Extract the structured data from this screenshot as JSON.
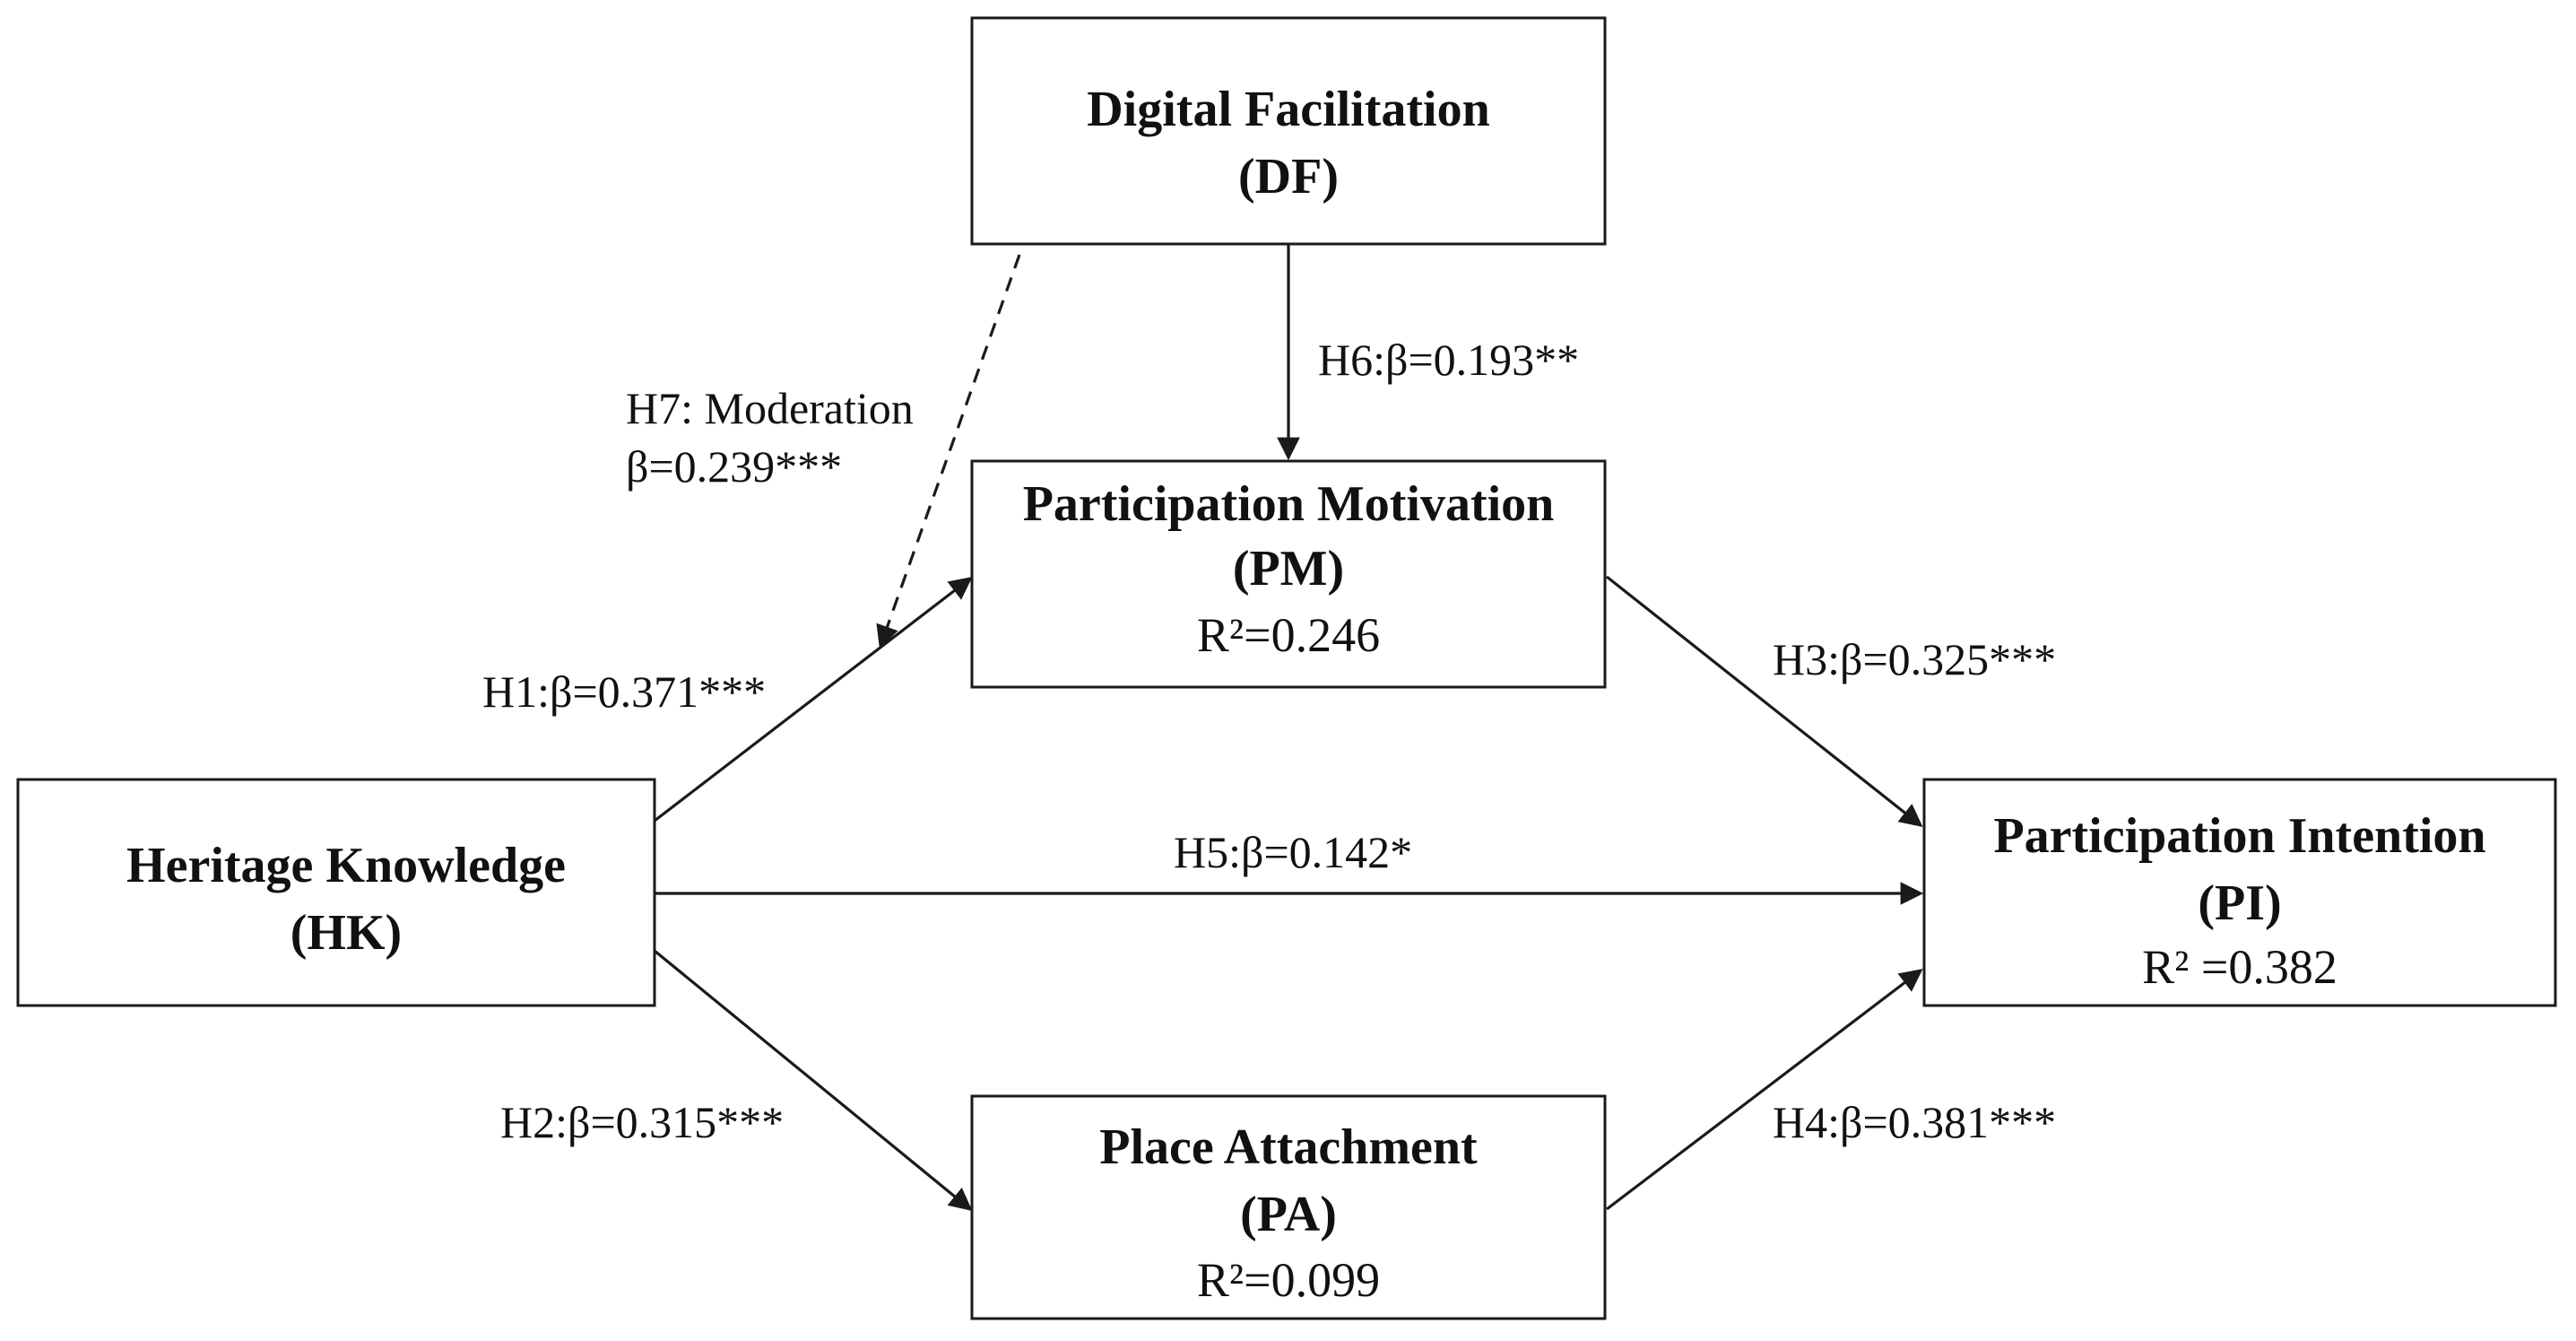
{
  "nodes": {
    "df": {
      "name": "Digital Facilitation",
      "abbr": "(DF)",
      "r2": ""
    },
    "pm": {
      "name": "Participation Motivation",
      "abbr": "(PM)",
      "r2": "R²=0.246"
    },
    "hk": {
      "name": "Heritage Knowledge",
      "abbr": "(HK)",
      "r2": ""
    },
    "pi": {
      "name": "Participation Intention",
      "abbr": "(PI)",
      "r2": "R² =0.382"
    },
    "pa": {
      "name": "Place Attachment",
      "abbr": "(PA)",
      "r2": "R²=0.099"
    }
  },
  "paths": {
    "h1": {
      "from": "HK",
      "to": "PM",
      "label": "H1:β=0.371***",
      "style": "solid"
    },
    "h2": {
      "from": "HK",
      "to": "PA",
      "label": "H2:β=0.315***",
      "style": "solid"
    },
    "h3": {
      "from": "PM",
      "to": "PI",
      "label": "H3:β=0.325***",
      "style": "solid"
    },
    "h4": {
      "from": "PA",
      "to": "PI",
      "label": "H4:β=0.381***",
      "style": "solid"
    },
    "h5": {
      "from": "HK",
      "to": "PI",
      "label": "H5:β=0.142*",
      "style": "solid"
    },
    "h6": {
      "from": "DF",
      "to": "PM",
      "label": "H6:β=0.193**",
      "style": "solid"
    },
    "h7": {
      "from": "DF",
      "to": "HK→PM path",
      "label": "H7: Moderation",
      "label2": "β=0.239***",
      "style": "dashed"
    }
  }
}
